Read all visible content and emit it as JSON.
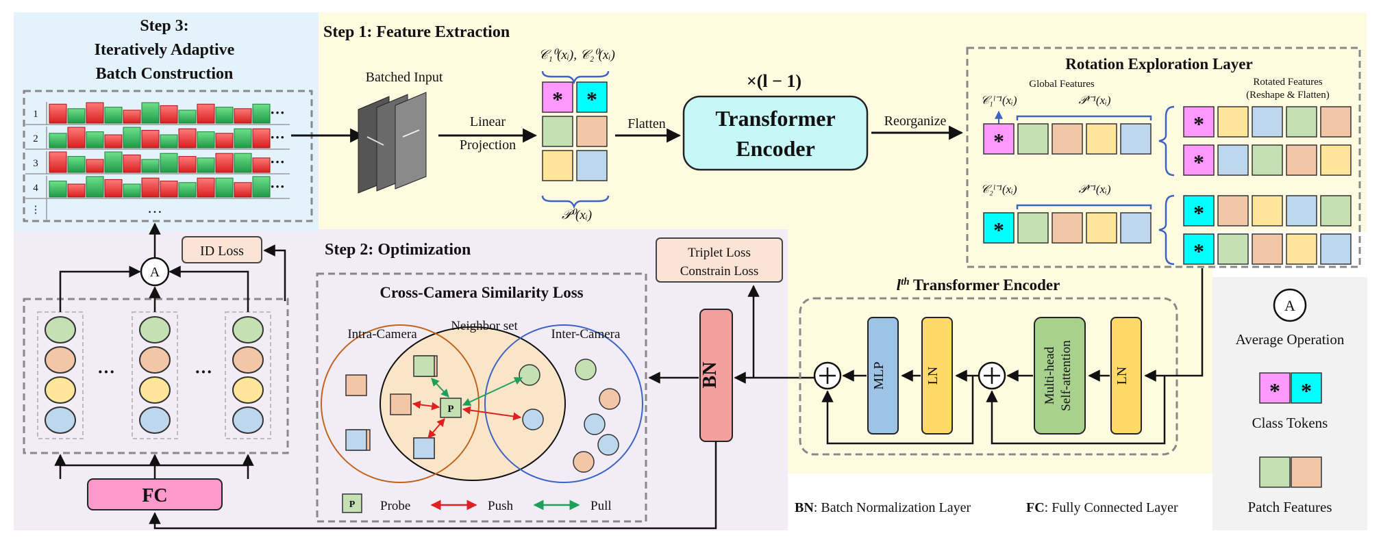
{
  "step3": {
    "title_line1": "Step 3:",
    "title_line2": "Iteratively Adaptive",
    "title_line3": "Batch Construction",
    "row_labels": [
      "1",
      "2",
      "3",
      "4",
      "⋮"
    ],
    "ellipsis": "…",
    "row_ellipsis": "···"
  },
  "step1": {
    "title": "Step 1: Feature Extraction",
    "batched_input": "Batched Input",
    "linear_line1": "Linear",
    "linear_line2": "Projection",
    "flatten": "Flatten",
    "class_tokens_label": "𝒞₁⁰(xᵢ), 𝒞₂⁰(xᵢ)",
    "patch_label": "𝒫⁰(xᵢ)",
    "repeat": "×(l − 1)",
    "encoder_line1": "Transformer",
    "encoder_line2": "Encoder",
    "reorganize": "Reorganize"
  },
  "rotation": {
    "title": "Rotation Exploration Layer",
    "global_features": "Global Features",
    "rotated_line1": "Rotated Features",
    "rotated_line2": "(Reshape & Flatten)",
    "c1_label": "𝒞₁ˡ⁻¹(xᵢ)",
    "c2_label": "𝒞₂ˡ⁻¹(xᵢ)",
    "p_label": "𝒫ˡ⁻¹(xᵢ)",
    "star": "*"
  },
  "step2": {
    "title": "Step 2: Optimization",
    "id_loss": "ID Loss",
    "avg_symbol": "A",
    "fc": "FC",
    "bn": "BN",
    "triplet_line1": "Triplet Loss",
    "triplet_line2": "Constrain Loss",
    "ellipsis": "···"
  },
  "ccs": {
    "title": "Cross-Camera Similarity Loss",
    "intra": "Intra-Camera",
    "neighbor": "Neighbor set",
    "inter": "Inter-Camera",
    "probe_symbol": "P",
    "probe": "Probe",
    "push": "Push",
    "pull": "Pull"
  },
  "encoder_l": {
    "title_sup": "th",
    "title_l": "l",
    "title_rest": " Transformer Encoder",
    "mlp": "MLP",
    "ln": "LN",
    "mhsa_line1": "Multi-head",
    "mhsa_line2": "Self-attention"
  },
  "legend": {
    "avg_symbol": "A",
    "avg": "Average Operation",
    "class_tokens": "Class Tokens",
    "patch_features": "Patch Features",
    "bn_abbr": "BN",
    "bn_desc": ": Batch Normalization Layer",
    "fc_abbr": "FC",
    "fc_desc": ": Fully Connected Layer"
  },
  "colors": {
    "green": "#c5e0b3",
    "orange": "#f4c6a8",
    "yellow": "#ffe699",
    "blue": "#bdd7ee",
    "magenta": "#ff99ff",
    "cyan": "#00ffff",
    "encoder_fill": "#c7f7f7",
    "fc_fill": "#ff99cc",
    "bn_fill": "#f4a0a0",
    "mlp_fill": "#9dc3e6",
    "ln_fill": "#ffd966",
    "mhsa_fill": "#a9d18e",
    "step3_bg": "#e4f2fb",
    "step1_bg": "#fffbe0",
    "step2_bg": "#f1ecf5",
    "legend_bg": "#f2f2f2"
  }
}
